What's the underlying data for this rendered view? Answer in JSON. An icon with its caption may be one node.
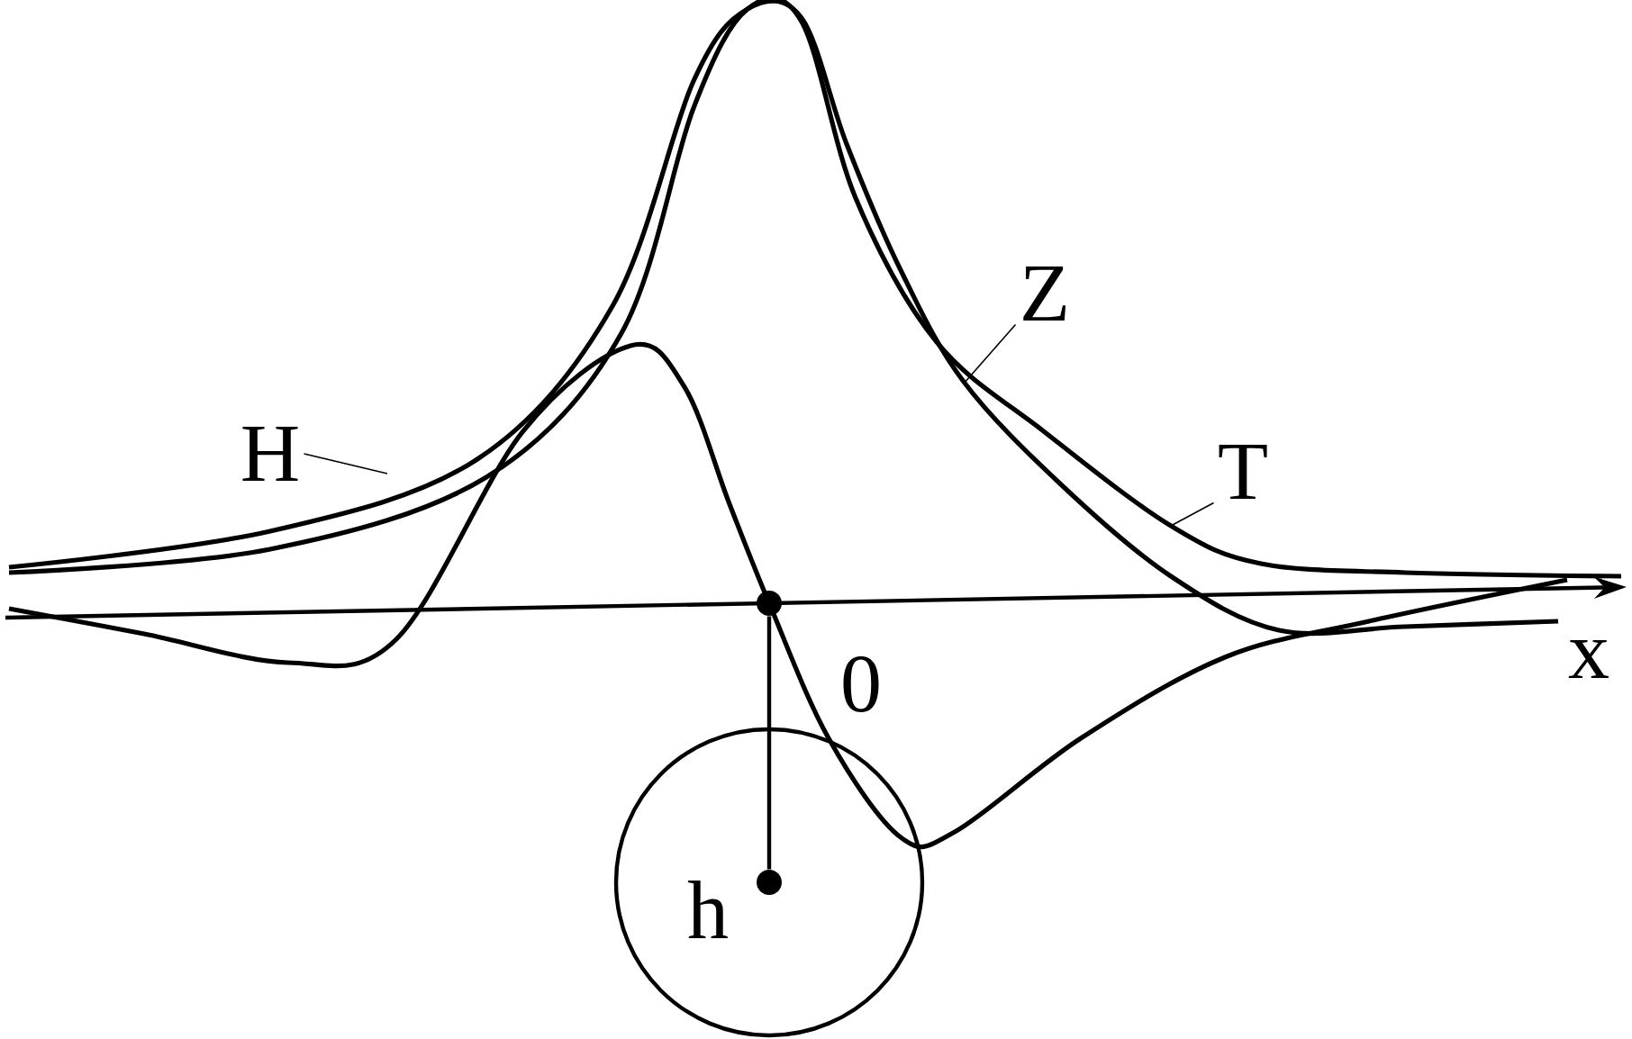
{
  "diagram": {
    "nodes": [
      {
        "text": [
          "H"
        ]
      },
      {
        "text": [
          "Z"
        ]
      },
      {
        "text": [
          "T"
        ]
      },
      {
        "text": [
          "h"
        ]
      },
      {
        "text": [],
        "shape": "circle",
        "beside": [
          "0"
        ]
      },
      {
        "text": [],
        "shape": "circle",
        "in": 3
      }
    ],
    "edges": [
      {
        "from": 0,
        "to": null,
        "arrow": "none"
      },
      {
        "from": 1,
        "to": null,
        "arrow": "none"
      },
      {
        "from": 2,
        "to": null,
        "arrow": "none"
      },
      {
        "from": 4,
        "to": 5,
        "arrow": "none"
      }
    ],
    "labels": [
      "x"
    ]
  }
}
